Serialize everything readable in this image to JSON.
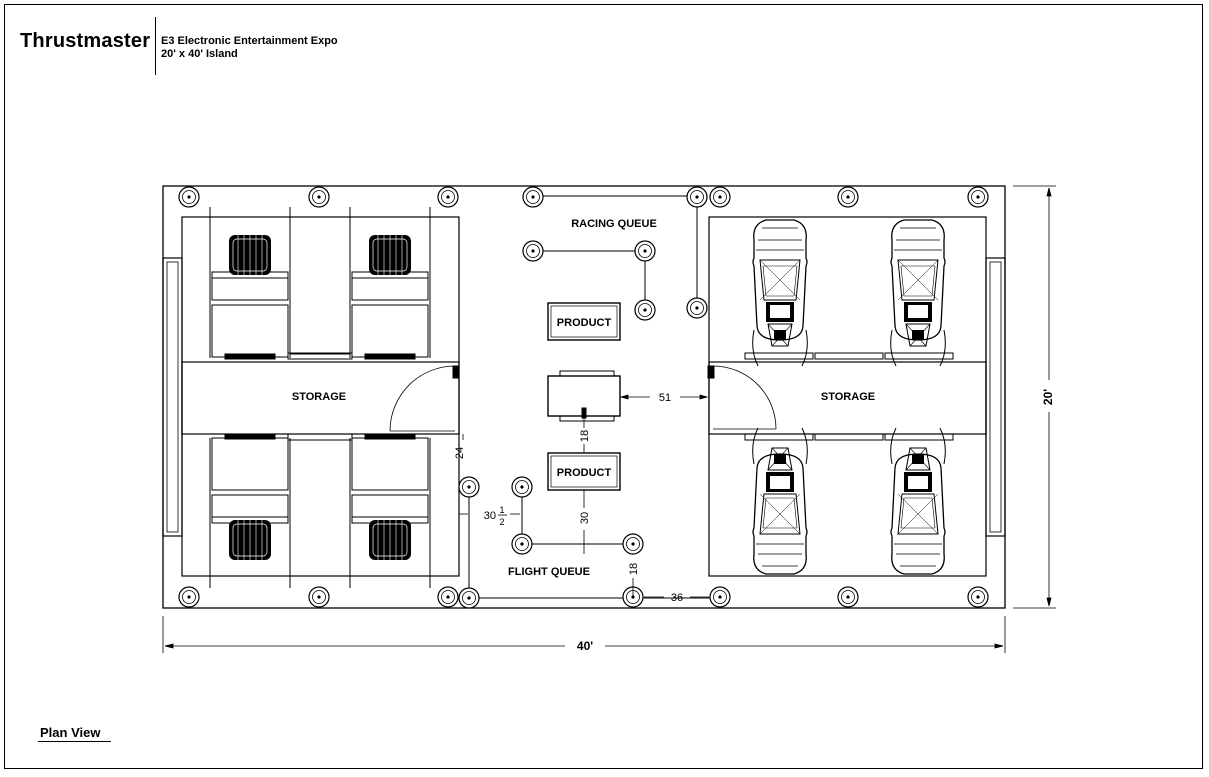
{
  "title_block": {
    "company": "Thrustmaster",
    "event": "E3 Electronic Entertainment Expo",
    "booth": "20' x 40' Island"
  },
  "view_label": "Plan View",
  "plan": {
    "zones": {
      "storage_left": "STORAGE",
      "storage_right": "STORAGE",
      "racing_queue": "RACING QUEUE",
      "flight_queue": "FLIGHT QUEUE",
      "product_top": "PRODUCT",
      "product_bottom": "PRODUCT"
    },
    "dimensions": {
      "overall_width": "40'",
      "overall_depth": "20'",
      "d51": "51",
      "d18_a": "18",
      "d24": "24",
      "d30_half_whole": "30",
      "d30_half_num": "1",
      "d30_half_den": "2",
      "d30": "30",
      "d18_b": "18",
      "d36": "36"
    }
  }
}
